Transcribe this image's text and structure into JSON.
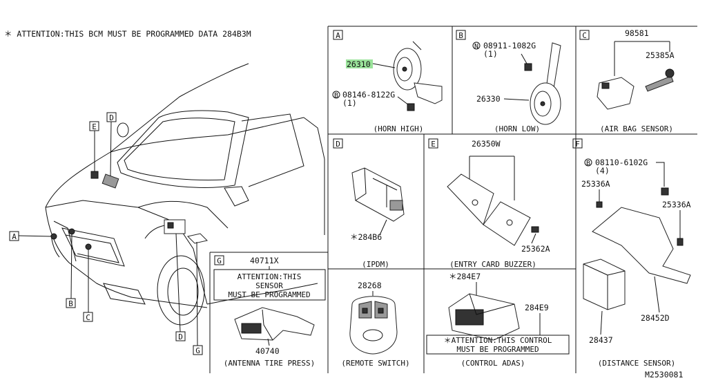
{
  "attention_note": "＊ ATTENTION:THIS BCM MUST BE PROGRAMMED DATA  284B3M",
  "diagram_id": "M2530081",
  "callout_labels": [
    "A",
    "B",
    "C",
    "D",
    "E",
    "F",
    "G"
  ],
  "panels": {
    "A": {
      "letter": "A",
      "caption": "(HORN HIGH)",
      "parts": [
        "26310",
        "08146-8122G",
        "(1)"
      ]
    },
    "B": {
      "letter": "B",
      "caption": "(HORN LOW)",
      "parts": [
        "08911-1082G",
        "(1)",
        "26330"
      ]
    },
    "C": {
      "letter": "C",
      "caption": "(AIR BAG SENSOR)",
      "parts": [
        "98581",
        "25385A"
      ]
    },
    "D": {
      "letter": "D",
      "caption": "(IPDM)",
      "parts": [
        "＊284B6"
      ]
    },
    "E": {
      "letter": "E",
      "caption": "(ENTRY CARD BUZZER)",
      "parts": [
        "26350W",
        "25362A"
      ]
    },
    "F": {
      "letter": "F",
      "caption": "(DISTANCE SENSOR)",
      "parts": [
        "08110-6102G",
        "(4)",
        "25336A",
        "25336A",
        "28452D",
        "28437"
      ]
    },
    "G": {
      "letter": "G",
      "caption": "(ANTENNA TIRE PRESS)",
      "parts": [
        "40711X",
        "40740"
      ],
      "note": [
        "ATTENTION:THIS",
        "SENSOR",
        "MUST BE PROGRAMMED"
      ]
    },
    "remote": {
      "caption": "(REMOTE SWITCH)",
      "parts": [
        "28268"
      ]
    },
    "adas": {
      "caption": "(CONTROL ADAS)",
      "parts": [
        "＊284E7",
        "284E9"
      ],
      "note": [
        "＊ATTENTION:THIS CONTROL",
        "MUST BE PROGRAMMED"
      ]
    }
  },
  "highlight_part": "26310",
  "colors": {
    "highlight": "#9be39b",
    "line": "#111111"
  }
}
